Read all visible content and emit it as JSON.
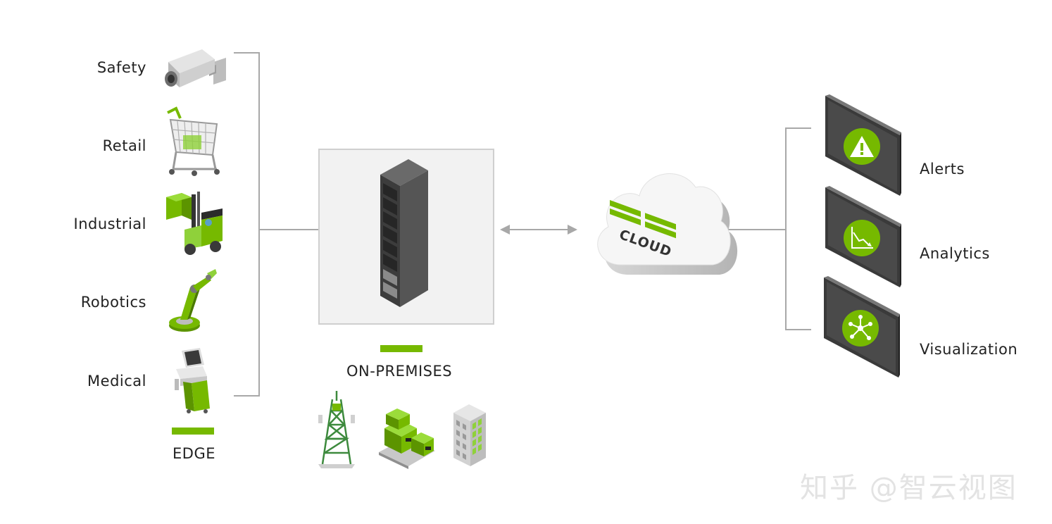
{
  "colors": {
    "accent": "#76b900",
    "line": "#a8a8a8",
    "panel": "#f2f2f2",
    "text": "#222222"
  },
  "edge": {
    "items": [
      {
        "label": "Safety",
        "icon": "security-camera-icon"
      },
      {
        "label": "Retail",
        "icon": "shopping-cart-icon"
      },
      {
        "label": "Industrial",
        "icon": "forklift-icon"
      },
      {
        "label": "Robotics",
        "icon": "robot-arm-icon"
      },
      {
        "label": "Medical",
        "icon": "medical-cart-icon"
      }
    ],
    "caption": "EDGE"
  },
  "onprem": {
    "caption": "ON-PREMISES",
    "server_icon": "server-rack-icon",
    "site_icons": [
      "cell-tower-icon",
      "warehouse-boxes-icon",
      "office-building-icon"
    ]
  },
  "cloud": {
    "label": "CLOUD",
    "icon": "cloud-icon"
  },
  "outputs": [
    {
      "label": "Alerts",
      "icon": "alert-triangle-icon"
    },
    {
      "label": "Analytics",
      "icon": "line-chart-icon"
    },
    {
      "label": "Visualization",
      "icon": "network-graph-icon"
    }
  ],
  "watermark": "知乎 @智云视图"
}
